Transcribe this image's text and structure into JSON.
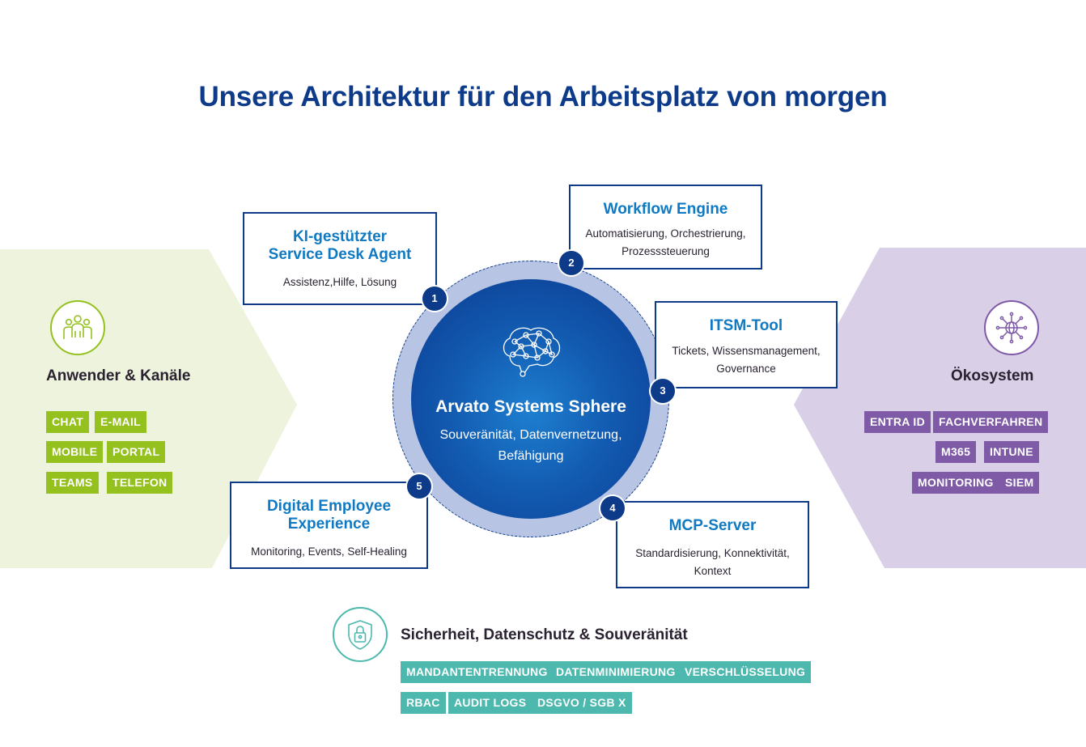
{
  "title": "Unsere Architektur für den Arbeitsplatz von morgen",
  "colors": {
    "title": "#0d3b8a",
    "accent_blue": "#0f7ac3",
    "green": "#95c11f",
    "purple": "#7e5aa7",
    "teal": "#4cb8ae",
    "left_panel": "#edf3dc",
    "right_panel": "#d9cfe7"
  },
  "left": {
    "icon": "users-icon",
    "title": "Anwender & Kanäle",
    "tags": [
      "CHAT",
      "E-MAIL",
      "MOBILE",
      "PORTAL",
      "TEAMS",
      "TELEFON"
    ]
  },
  "right": {
    "icon": "network-globe-icon",
    "title": "Ökosystem",
    "tags": [
      "ENTRA ID",
      "FACHVERFAHREN",
      "M365",
      "INTUNE",
      "MONITORING",
      "SIEM"
    ]
  },
  "center": {
    "icon": "brain-network-icon",
    "title": "Arvato Systems Sphere",
    "subtitle": "Souveränität, Datenvernetzung,\nBefähigung"
  },
  "components": [
    {
      "number": "1",
      "title": "KI-gestützter\nService Desk Agent",
      "description": "Assistenz,Hilfe, Lösung"
    },
    {
      "number": "2",
      "title": "Workflow Engine",
      "description": "Automatisierung, Orchestrierung,\nProzesssteuerung"
    },
    {
      "number": "3",
      "title": "ITSM-Tool",
      "description": "Tickets, Wissensmanagement,\nGovernance"
    },
    {
      "number": "4",
      "title": "MCP-Server",
      "description": "Standardisierung, Konnektivität,\nKontext"
    },
    {
      "number": "5",
      "title": "Digital Employee\nExperience",
      "description": "Monitoring, Events, Self-Healing"
    }
  ],
  "security": {
    "icon": "shield-lock-icon",
    "title": "Sicherheit, Datenschutz & Souveränität",
    "tags": [
      "MANDANTENTRENNUNG",
      "DATENMINIMIERUNG",
      "VERSCHLÜSSELUNG",
      "RBAC",
      "AUDIT LOGS",
      "DSGVO / SGB X"
    ]
  }
}
